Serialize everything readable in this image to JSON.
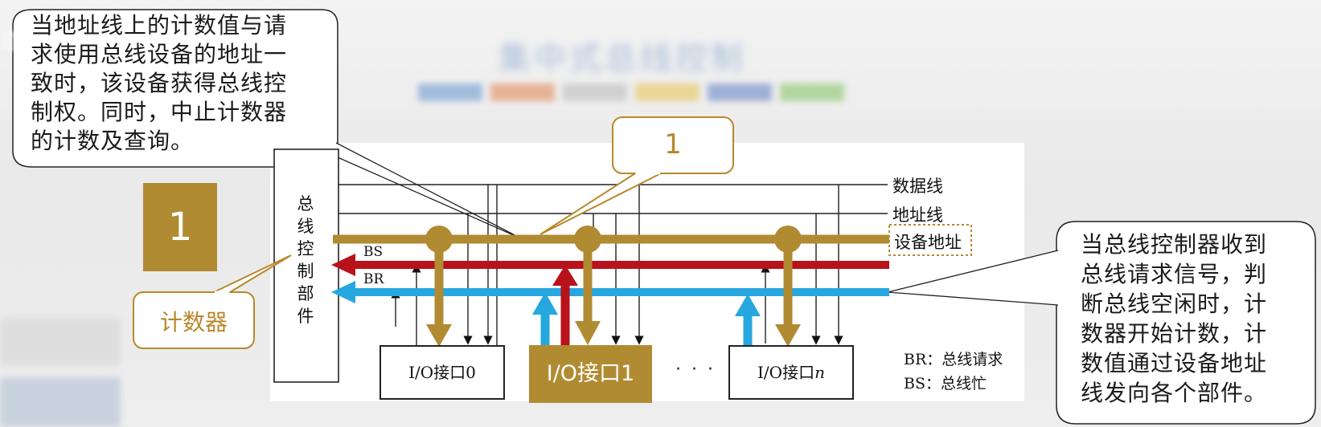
{
  "callouts": {
    "top_left": "当地址线上的计数值与请\n求使用总线设备的地址一\n致时，该设备获得总线控\n制权。同时，中止计数器\n的计数及查询。",
    "right": "当总线控制器收到\n总线请求信号，判\n断总线空闲时，计\n数器开始计数，计\n数值通过设备地址\n线发向各个部件。",
    "counter_label": "计数器",
    "top_number": "1"
  },
  "badge": {
    "number": "1"
  },
  "controller": {
    "label": "总\n线\n控\n制\n部\n件"
  },
  "bus_lines": {
    "data": "数据线",
    "address": "地址线",
    "device_address": "设备地址",
    "bs": "BS",
    "br": "BR"
  },
  "interfaces": {
    "io0": "I/O接口0",
    "io1": "I/O接口1",
    "ion_prefix": "I/O接口",
    "ion_suffix": "n",
    "ellipsis": "· · ·"
  },
  "legend": {
    "br": "BR：总线请求",
    "bs": "BS：总线忙"
  },
  "colors": {
    "gold": "#b18b32",
    "red": "#b8121b",
    "blue": "#27a7e0",
    "badge": "#b18b32"
  }
}
